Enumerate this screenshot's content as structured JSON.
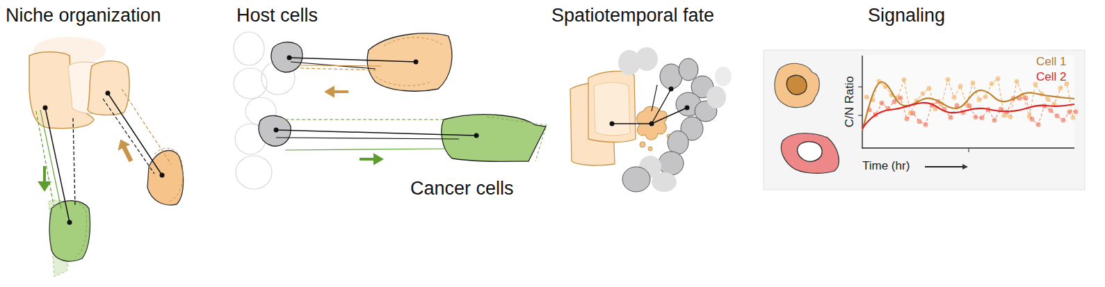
{
  "diagram": {
    "labels": [
      "Niche organization",
      "Host cells",
      "Spatiotemporal fate",
      "Signaling",
      "Cancer cells",
      "C/N Ratio",
      "Cell 1",
      "Cell 2",
      "Time (hr)"
    ]
  }
}
